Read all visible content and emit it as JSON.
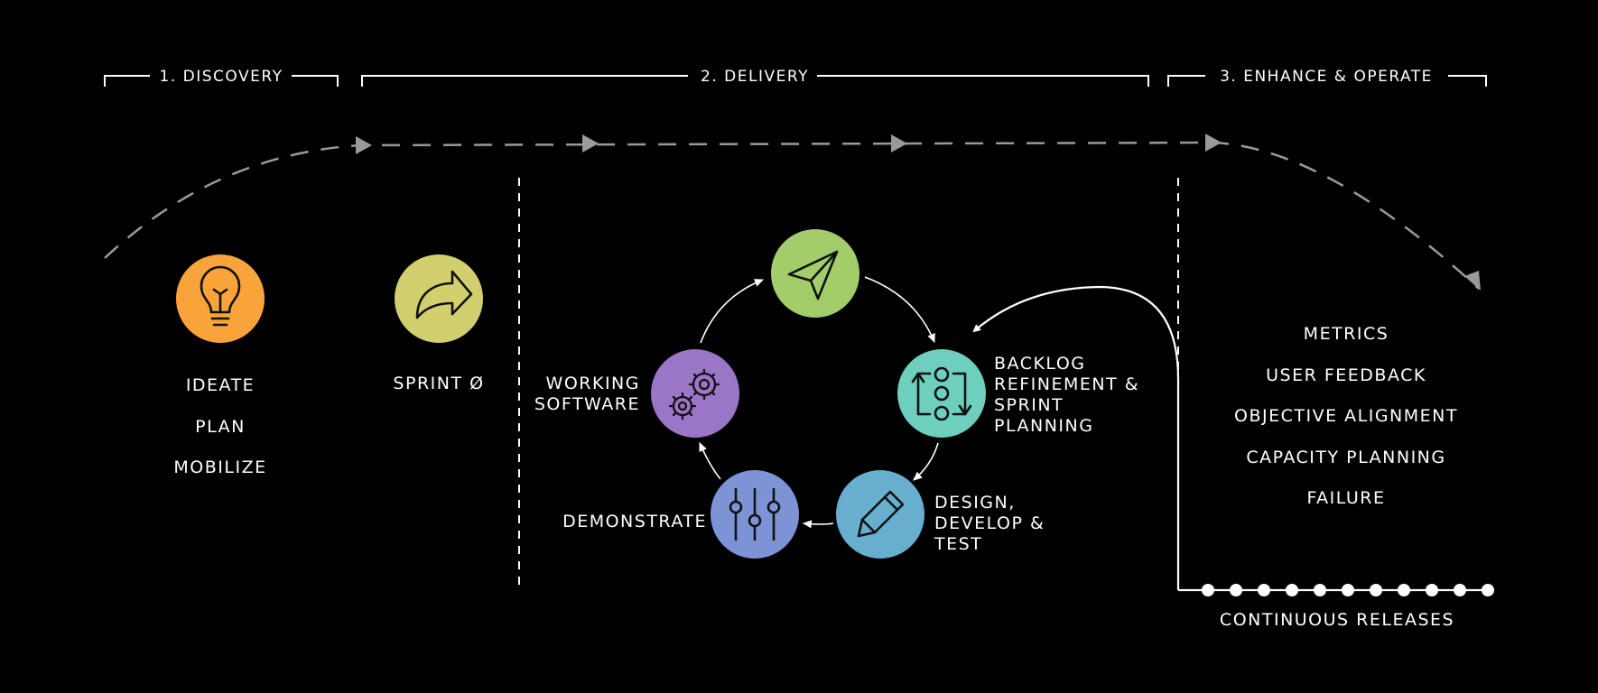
{
  "phases": [
    {
      "label": "1. DISCOVERY"
    },
    {
      "label": "2. DELIVERY"
    },
    {
      "label": "3. ENHANCE & OPERATE"
    }
  ],
  "discovery": {
    "icon": "lightbulb-icon",
    "color": "#F9A43A",
    "items": [
      "IDEATE",
      "PLAN",
      "MOBILIZE"
    ]
  },
  "sprint_zero": {
    "icon": "forward-arrow-icon",
    "color": "#D2CF6E",
    "label": "SPRINT Ø"
  },
  "cycle": {
    "launch": {
      "icon": "paper-plane-icon",
      "color": "#A3CD6B"
    },
    "backlog": {
      "icon": "backlog-flow-icon",
      "color": "#6ECFBE",
      "label_lines": [
        "BACKLOG",
        "REFINEMENT &",
        "SPRINT",
        "PLANNING"
      ]
    },
    "design": {
      "icon": "pencil-icon",
      "color": "#68AECF",
      "label_lines": [
        "DESIGN,",
        "DEVELOP &",
        "TEST"
      ]
    },
    "demonstrate": {
      "icon": "sliders-icon",
      "color": "#7E93D6",
      "label": "DEMONSTRATE"
    },
    "working": {
      "icon": "gears-icon",
      "color": "#9B75C6",
      "label_lines": [
        "WORKING",
        "SOFTWARE"
      ]
    }
  },
  "operate": {
    "items": [
      "METRICS",
      "USER FEEDBACK",
      "OBJECTIVE ALIGNMENT",
      "CAPACITY PLANNING",
      "FAILURE"
    ],
    "releases_label": "CONTINUOUS RELEASES"
  }
}
